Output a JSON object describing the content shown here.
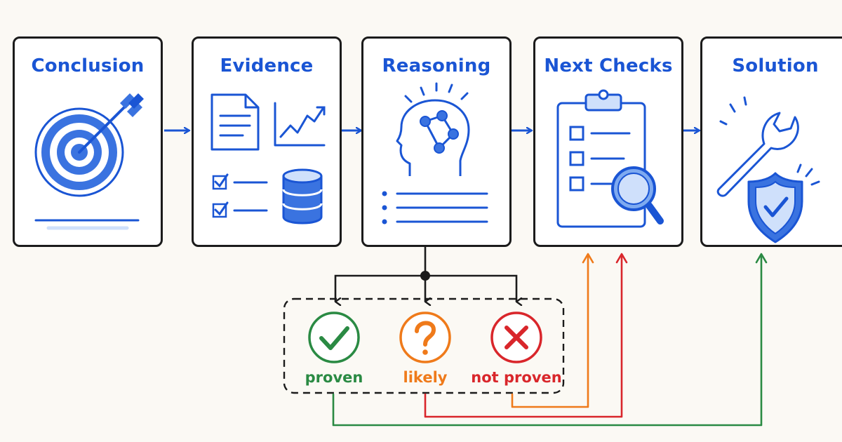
{
  "steps": [
    {
      "title": "Conclusion"
    },
    {
      "title": "Evidence"
    },
    {
      "title": "Reasoning"
    },
    {
      "title": "Next Checks"
    },
    {
      "title": "Solution"
    }
  ],
  "outcomes": [
    {
      "label": "proven",
      "color": "#2a8a43"
    },
    {
      "label": "likely",
      "color": "#ef7a1a"
    },
    {
      "label": "not proven",
      "color": "#d9262b"
    }
  ],
  "colors": {
    "accent": "#1a55d4",
    "accent_light": "#cfe0fb",
    "outline": "#1b1b1b",
    "background": "#fbf9f4"
  }
}
